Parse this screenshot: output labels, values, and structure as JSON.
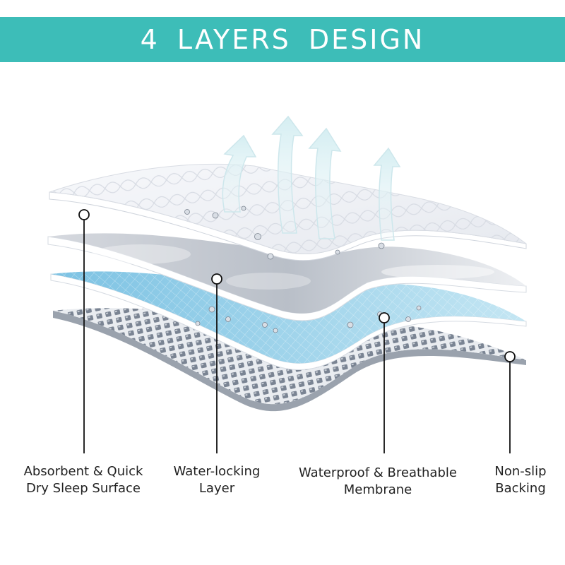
{
  "banner": {
    "title": "4  LAYERS  DESIGN",
    "color": "#3dbdb8"
  },
  "layers": [
    {
      "line1": "Absorbent & Quick",
      "line2": "Dry Sleep Surface",
      "color": "#f2f4f7"
    },
    {
      "line1": "Water-locking",
      "line2": "Layer",
      "color": "#c9ced6"
    },
    {
      "line1": "Waterproof & Breathable",
      "line2": "Membrane",
      "color": "#9fd3ea"
    },
    {
      "line1": "Non-slip",
      "line2": "Backing",
      "color": "#8c96a3"
    }
  ],
  "icons": [
    "vapor-arrow-icon",
    "water-droplet-icon",
    "callout-marker-icon"
  ]
}
